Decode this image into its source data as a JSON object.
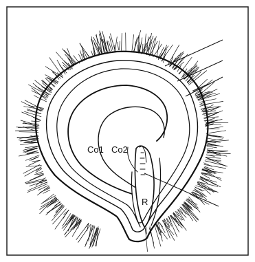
{
  "figure": {
    "border_color": "#222222",
    "ink_color": "#111111",
    "labels": {
      "cotyledon_1": "Co1",
      "cotyledon_2": "Co2",
      "radicle": "R"
    }
  }
}
